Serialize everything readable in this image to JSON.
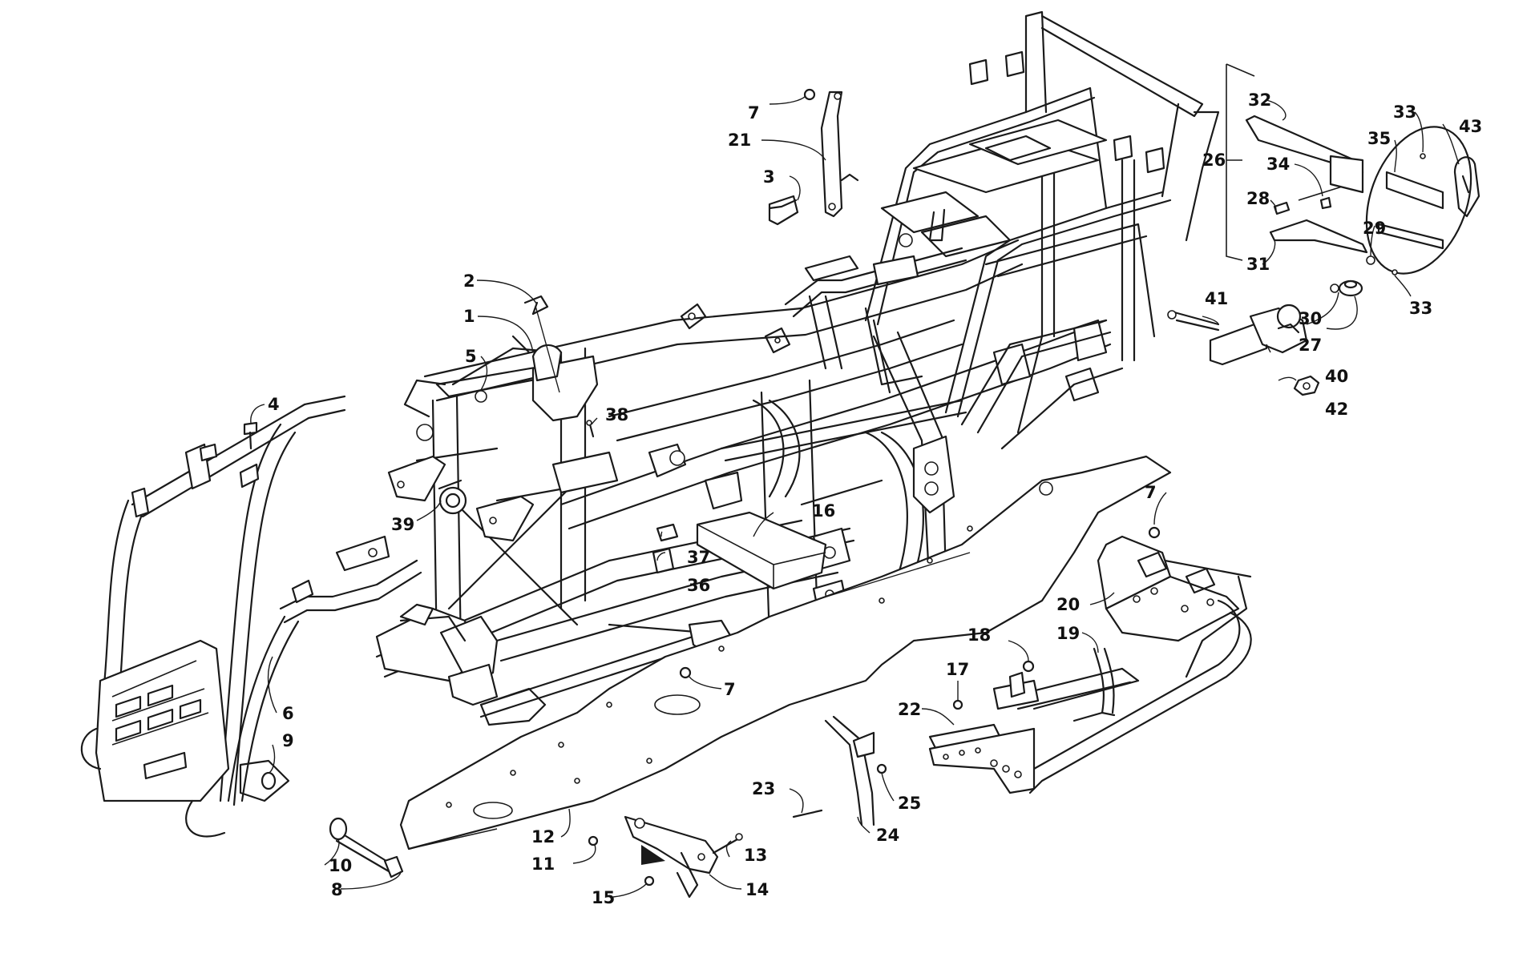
{
  "callouts": {
    "c1": "1",
    "c2": "2",
    "c3": "3",
    "c4": "4",
    "c5": "5",
    "c6": "6",
    "c7a": "7",
    "c7b": "7",
    "c7c": "7",
    "c8": "8",
    "c9": "9",
    "c10": "10",
    "c11": "11",
    "c12": "12",
    "c13": "13",
    "c14": "14",
    "c15": "15",
    "c16": "16",
    "c17": "17",
    "c18": "18",
    "c19": "19",
    "c20": "20",
    "c21": "21",
    "c22": "22",
    "c23": "23",
    "c24": "24",
    "c25": "25",
    "c26": "26",
    "c27": "27",
    "c28": "28",
    "c29": "29",
    "c30": "30",
    "c31": "31",
    "c32": "32",
    "c33a": "33",
    "c33b": "33",
    "c34": "34",
    "c35": "35",
    "c36": "36",
    "c37": "37",
    "c38": "38",
    "c39": "39",
    "c40": "40",
    "c41": "41",
    "c42": "42",
    "c43": "43"
  },
  "colors": {
    "ink": "#1a1a1a",
    "background": "#ffffff"
  }
}
